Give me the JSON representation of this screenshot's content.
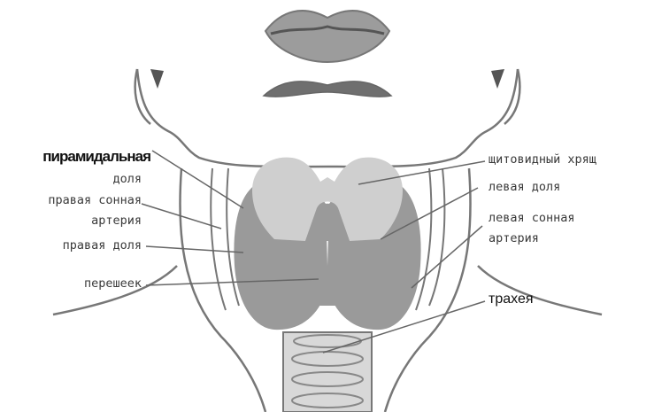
{
  "labels": {
    "pyramidal": "пирамидальная",
    "pyramidal_2": "доля",
    "right_carotid_1": "правая сонная",
    "right_carotid_2": "артерия",
    "right_lobe": "правая доля",
    "isthmus": "перешеек",
    "thyroid_cartilage": "щитовидный хрящ",
    "left_lobe": "левая доля",
    "left_carotid_1": "левая сонная",
    "left_carotid_2": "артерия",
    "trachea": "трахея"
  },
  "colors": {
    "outline": "#777777",
    "gland": "#9a9a9a",
    "cartilage": "#cfcfcf",
    "lips": "#9c9c9c",
    "trachea_fill": "#d8d8d8",
    "text": "#3a3a3a"
  }
}
